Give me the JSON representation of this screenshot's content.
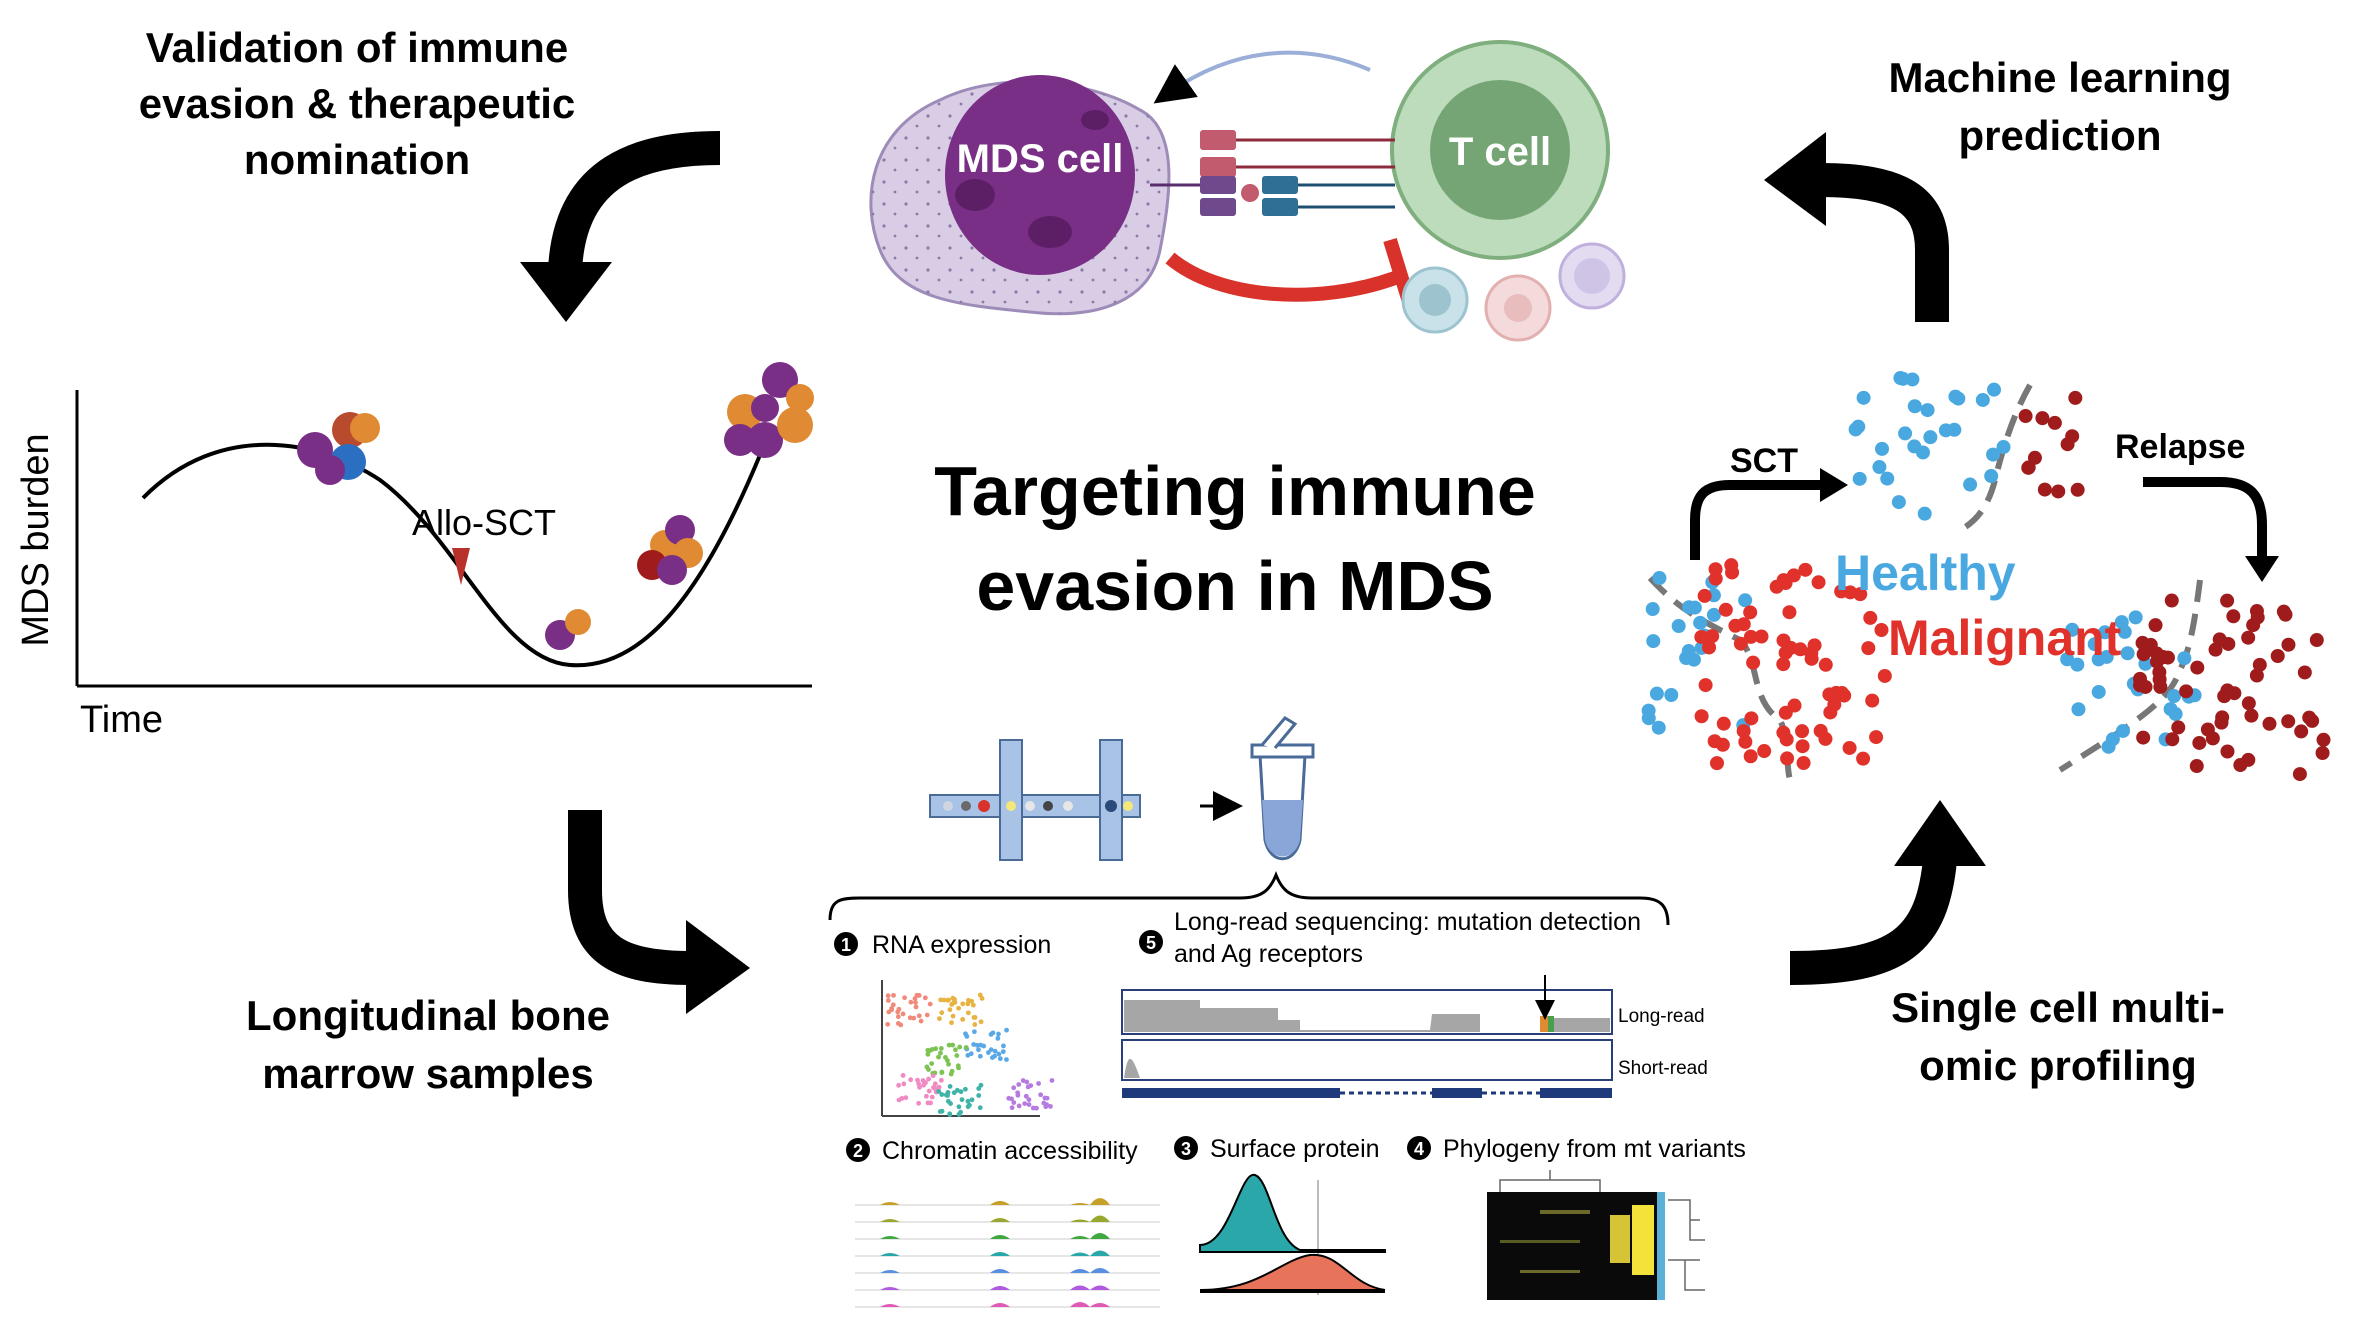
{
  "center_title": {
    "line1": "Targeting immune",
    "line2": "evasion in MDS"
  },
  "steps": {
    "validation": {
      "line1": "Validation of immune",
      "line2": "evasion & therapeutic",
      "line3": "nomination"
    },
    "machine_learning": {
      "line1": "Machine learning",
      "line2": "prediction"
    },
    "longitudinal": {
      "line1": "Longitudinal bone",
      "line2": "marrow samples"
    },
    "single_cell": {
      "line1": "Single cell multi-",
      "line2": "omic profiling"
    }
  },
  "cells": {
    "mds_cell": "MDS cell",
    "t_cell": "T cell"
  },
  "burden_plot": {
    "ylabel": "MDS burden",
    "xlabel": "Time",
    "annotation": "Allo-SCT"
  },
  "scatter_panel": {
    "sct": "SCT",
    "relapse": "Relapse",
    "healthy": "Healthy",
    "malignant": "Malignant"
  },
  "assays": {
    "rna": {
      "num": "1",
      "label": "RNA expression"
    },
    "chromatin": {
      "num": "2",
      "label": "Chromatin accessibility"
    },
    "surface": {
      "num": "3",
      "label": "Surface protein"
    },
    "phylogeny": {
      "num": "4",
      "label": "Phylogeny from mt variants"
    },
    "longread": {
      "num": "5",
      "line1": "Long-read sequencing: mutation detection",
      "line2": "and Ag receptors"
    },
    "track_long": "Long-read",
    "track_short": "Short-read"
  },
  "colors": {
    "healthy": "#4aa8e0",
    "malignant": "#e0322b",
    "malignant_dark": "#a01c1c",
    "mds_purple": "#7a3b8f",
    "t_cell_green": "#8fbf8f",
    "inhibit_red": "#d9322b",
    "arrow": "#000000"
  }
}
